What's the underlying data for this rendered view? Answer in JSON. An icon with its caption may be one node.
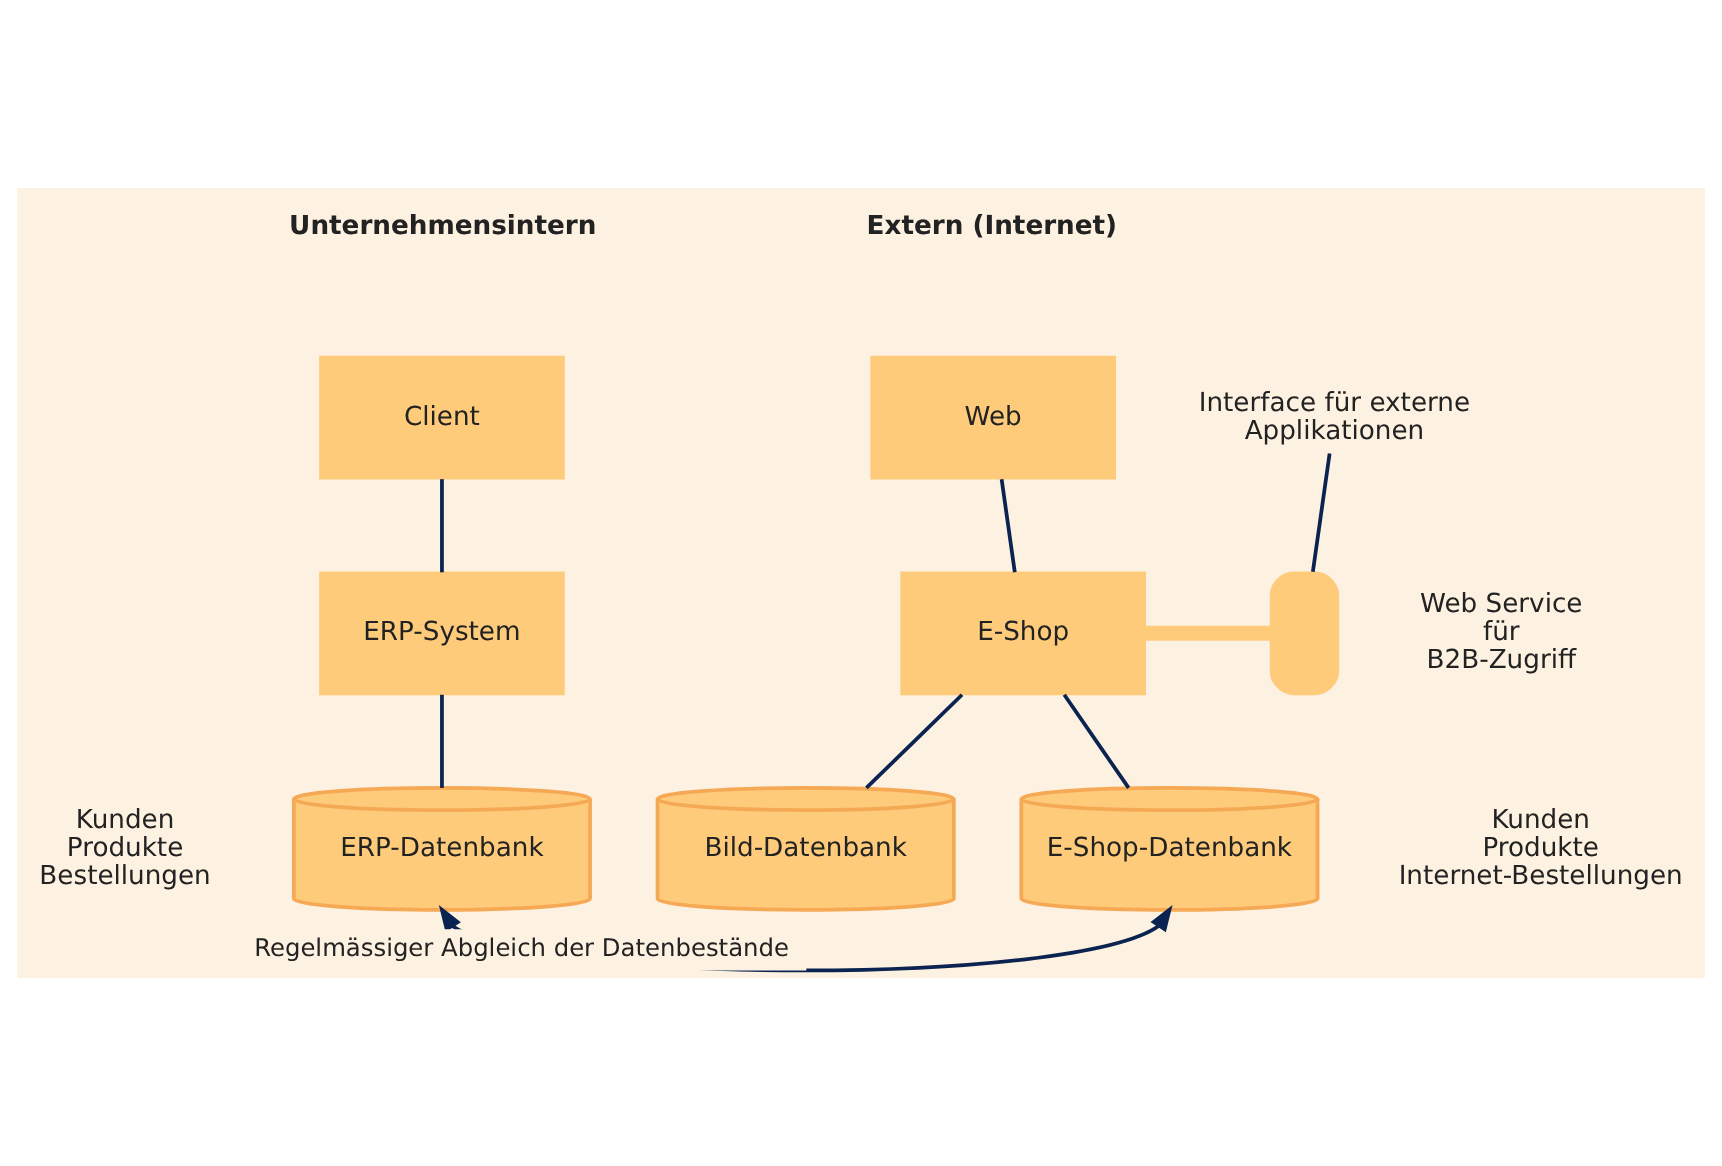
{
  "diagram": {
    "nodes": [
      {
        "text": [
          "Client"
        ]
      },
      {
        "text": [
          "ERP-System"
        ]
      },
      {
        "text": [
          "ERP-Datenbank"
        ],
        "beside": [
          "Kunden Produkte Bestellungen"
        ]
      },
      {
        "text": [
          "Web"
        ]
      },
      {
        "text": [
          "E-Shop"
        ]
      },
      {
        "text": [
          "Bild-Datenbank"
        ]
      },
      {
        "text": [
          "E-Shop-Datenbank"
        ],
        "beside": [
          "Kunden Produkte Internet-Bestellungen"
        ]
      },
      {
        "text": [],
        "shape": "plug",
        "beside": [
          "Web Service für B2B-Zugriff"
        ]
      },
      {
        "text": [
          "Interface für externe Applikationen"
        ]
      }
    ],
    "edges": [
      {
        "from": 0,
        "to": 1,
        "arrow": "none"
      },
      {
        "from": 1,
        "to": 2,
        "arrow": "none"
      },
      {
        "from": 3,
        "to": 4,
        "arrow": "none"
      },
      {
        "from": 4,
        "to": 5,
        "arrow": "none"
      },
      {
        "from": 4,
        "to": 6,
        "arrow": "none"
      },
      {
        "from": 4,
        "to": 7,
        "arrow": "none",
        "style": "thick",
        "color": "#fecb7b"
      },
      {
        "from": 8,
        "to": 7,
        "arrow": "none"
      },
      {
        "from": 2,
        "to": 6,
        "arrow": "both",
        "label": "Regelmässiger Abgleich der Datenbestände"
      }
    ],
    "labels": [
      "Unternehmensintern",
      "Extern (Internet)"
    ]
  }
}
